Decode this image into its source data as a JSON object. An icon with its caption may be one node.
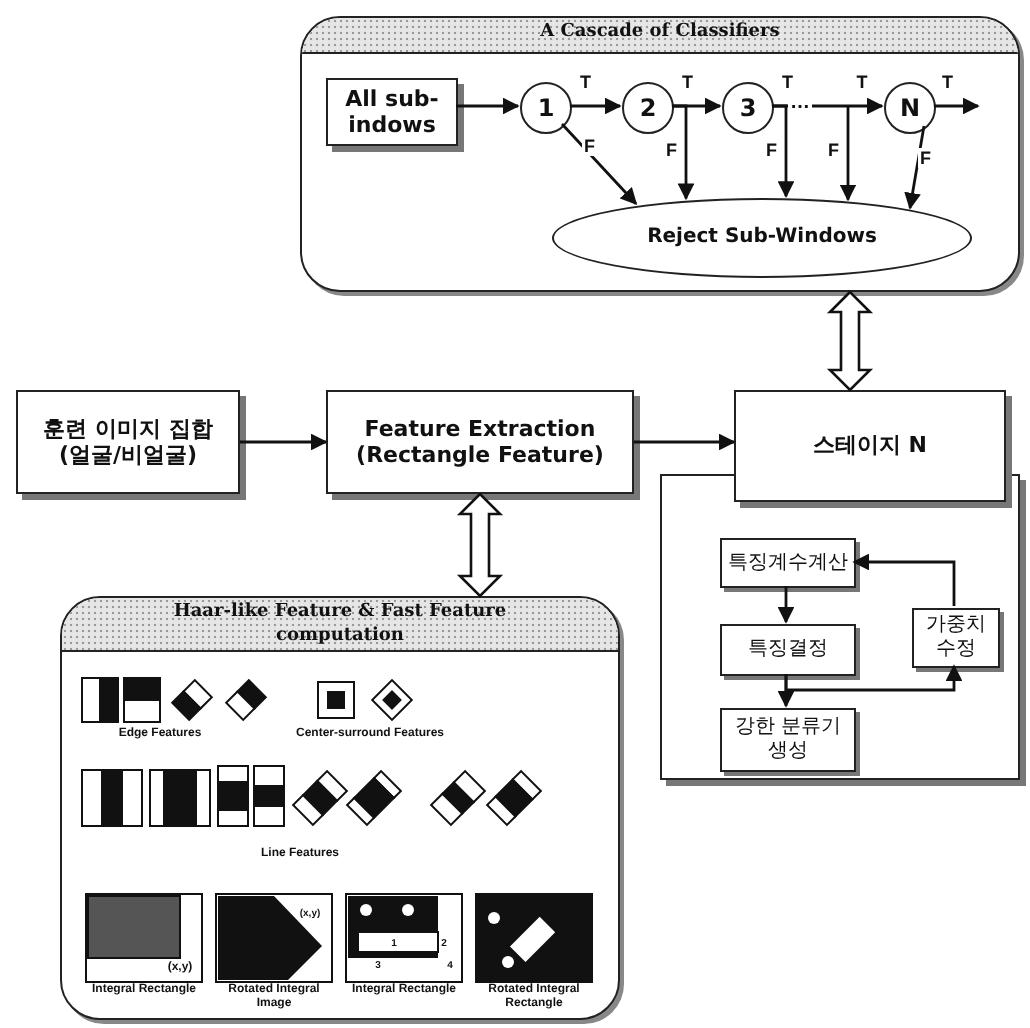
{
  "diagram": {
    "nodes": [
      {
        "text": [
          "A Cascade of Classifiers"
        ]
      },
      {
        "text": [
          "All sub-indows"
        ],
        "in": 0
      },
      {
        "text": [
          "1"
        ],
        "in": 0
      },
      {
        "text": [
          "2"
        ],
        "in": 0
      },
      {
        "text": [
          "3"
        ],
        "in": 0
      },
      {
        "text": [
          "N"
        ],
        "in": 0
      },
      {
        "text": [
          "Reject Sub-Windows"
        ],
        "in": 0
      },
      {
        "text": [
          "훈련 이미지 집합 (얼굴/비얼굴)"
        ]
      },
      {
        "text": [
          "Feature Extraction (Rectangle Feature)"
        ]
      },
      {
        "text": [
          "스테이지 N"
        ]
      },
      {
        "text": [],
        "shape": "box"
      },
      {
        "text": [
          "특징계수계산"
        ],
        "in": 10
      },
      {
        "text": [
          "특징결정"
        ],
        "in": 10
      },
      {
        "text": [
          "강한 분류기 생성"
        ],
        "in": 10
      },
      {
        "text": [
          "가중치 수정"
        ],
        "in": 10
      },
      {
        "text": [
          "Haar-like Feature & Fast Feature computation"
        ]
      }
    ],
    "edges": [
      {
        "from": 1,
        "to": 2,
        "arrow": "to"
      },
      {
        "from": 2,
        "to": 3,
        "arrow": "to",
        "label": "T"
      },
      {
        "from": 3,
        "to": 4,
        "arrow": "to",
        "label": "T"
      },
      {
        "from": 4,
        "to": 5,
        "arrow": "to",
        "label": "T"
      },
      {
        "from": 5,
        "to": null,
        "arrow": "to",
        "label": "T"
      },
      {
        "from": 2,
        "to": 6,
        "arrow": "to",
        "label": "F"
      },
      {
        "from": 3,
        "to": 6,
        "arrow": "to",
        "label": "F"
      },
      {
        "from": 4,
        "to": 6,
        "arrow": "to",
        "label": "F"
      },
      {
        "from": null,
        "to": 6,
        "arrow": "to",
        "label": "F"
      },
      {
        "from": 5,
        "to": 6,
        "arrow": "to",
        "label": "F"
      },
      {
        "from": 7,
        "to": 8,
        "arrow": "to"
      },
      {
        "from": 8,
        "to": 9,
        "arrow": "to"
      },
      {
        "from": 0,
        "to": 9,
        "arrow": "both",
        "style": "thick"
      },
      {
        "from": 8,
        "to": 15,
        "arrow": "both",
        "style": "thick"
      },
      {
        "from": 11,
        "to": 12,
        "arrow": "to"
      },
      {
        "from": 12,
        "to": 13,
        "arrow": "to"
      },
      {
        "from": 12,
        "to": 14,
        "arrow": "to"
      },
      {
        "from": 14,
        "to": 11,
        "arrow": "to"
      }
    ],
    "labels": [
      "…",
      "T",
      "Edge Features",
      "Center-surround Features",
      "Line Features",
      "(x,y)",
      "(x,y)",
      "1",
      "2",
      "3",
      "4",
      "Integral Rectangle",
      "Rotated Integral Image",
      "Integral Rectangle",
      "Rotated Integral Rectangle"
    ]
  }
}
